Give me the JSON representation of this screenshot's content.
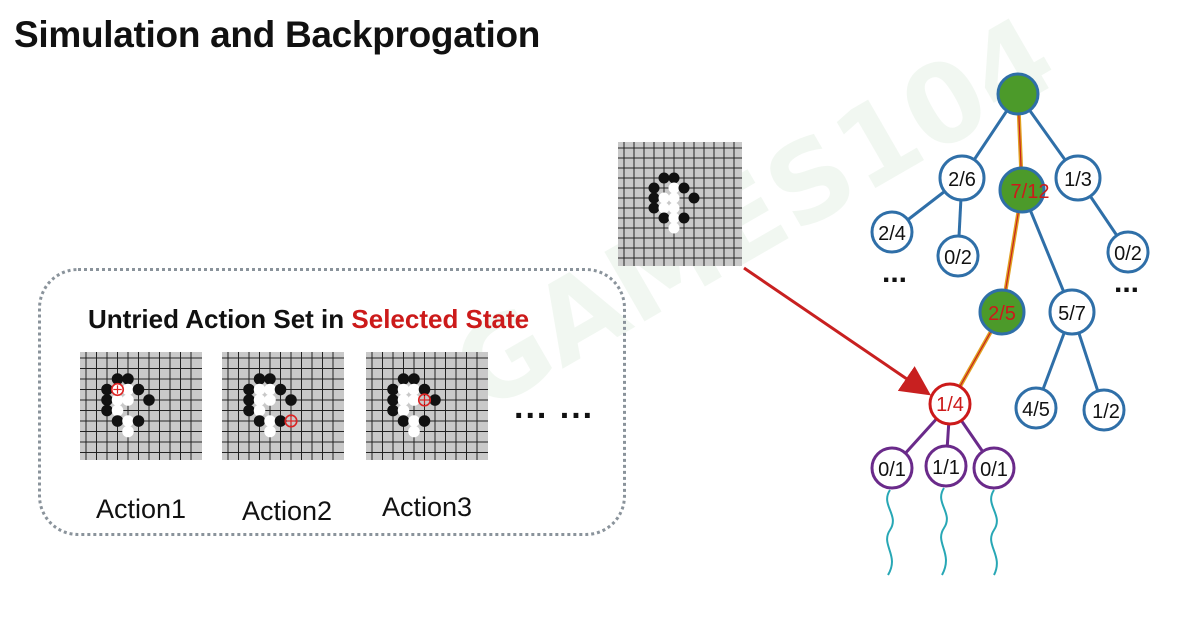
{
  "title": "Simulation and Backprogation",
  "watermark": "GAMES104",
  "untried": {
    "heading_prefix": "Untried Action Set in ",
    "heading_highlight": "Selected State",
    "actions": [
      {
        "label": "Action1"
      },
      {
        "label": "Action2"
      },
      {
        "label": "Action3"
      }
    ],
    "more": "... ..."
  },
  "tree": {
    "nodes": [
      {
        "id": "root",
        "label": ""
      },
      {
        "id": "n26",
        "label": "2/6"
      },
      {
        "id": "n712",
        "label": "7/12"
      },
      {
        "id": "n13",
        "label": "1/3"
      },
      {
        "id": "n24",
        "label": "2/4"
      },
      {
        "id": "n02a",
        "label": "0/2"
      },
      {
        "id": "n02b",
        "label": "0/2"
      },
      {
        "id": "n25",
        "label": "2/5"
      },
      {
        "id": "n57",
        "label": "5/7"
      },
      {
        "id": "n14",
        "label": "1/4"
      },
      {
        "id": "n45",
        "label": "4/5"
      },
      {
        "id": "n12",
        "label": "1/2"
      },
      {
        "id": "n01a",
        "label": "0/1"
      },
      {
        "id": "n11",
        "label": "1/1"
      },
      {
        "id": "n01b",
        "label": "0/1"
      }
    ],
    "ellipsis_left": "...",
    "ellipsis_right": "..."
  },
  "colors": {
    "node_blue": "#2f6fa8",
    "node_green": "#4c9a2a",
    "selected_red": "#cc1a1a",
    "sim_purple": "#6a2a8a",
    "rollout_teal": "#27a7b5",
    "path_orange": "#e0a020",
    "arrow_red": "#c82020"
  }
}
